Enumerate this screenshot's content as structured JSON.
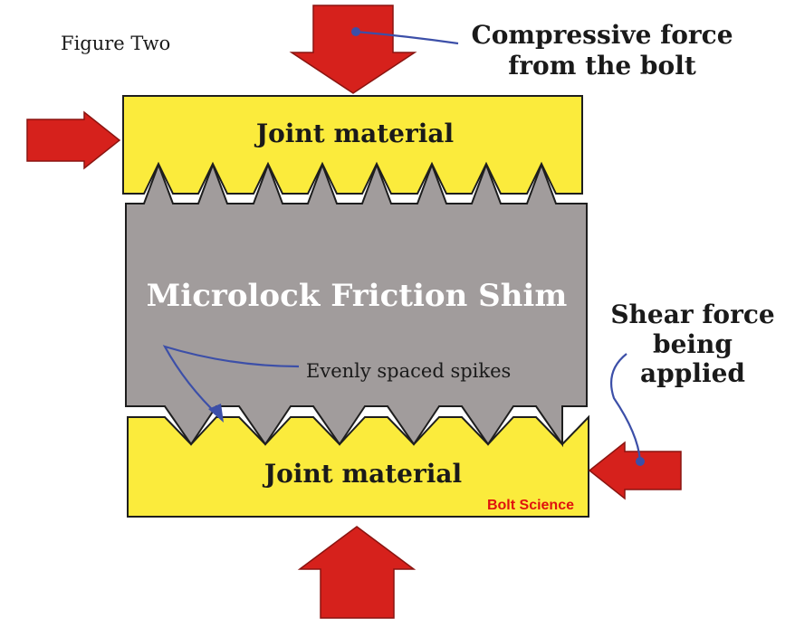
{
  "figure_label": "Figure Two",
  "labels": {
    "compressive_line1": "Compressive force",
    "compressive_line2": "from the bolt",
    "top_material": "Joint material",
    "bottom_material": "Joint material",
    "shim": "Microlock Friction Shim",
    "spikes": "Evenly spaced spikes",
    "shear_line1": "Shear force",
    "shear_line2": "being",
    "shear_line3": "applied",
    "brand": "Bolt Science"
  },
  "colors": {
    "material_fill": "#fbeb3c",
    "shim_fill": "#a19c9c",
    "arrow_fill": "#d6211c",
    "callout_line": "#3c4fa8",
    "brand_text": "#e0120e",
    "outline": "#1e1e1e",
    "text": "#1a1a1a",
    "shim_text": "#ffffff"
  },
  "icons": {
    "force_arrow": "arrow-icon",
    "callout_dot": "dot-icon"
  }
}
